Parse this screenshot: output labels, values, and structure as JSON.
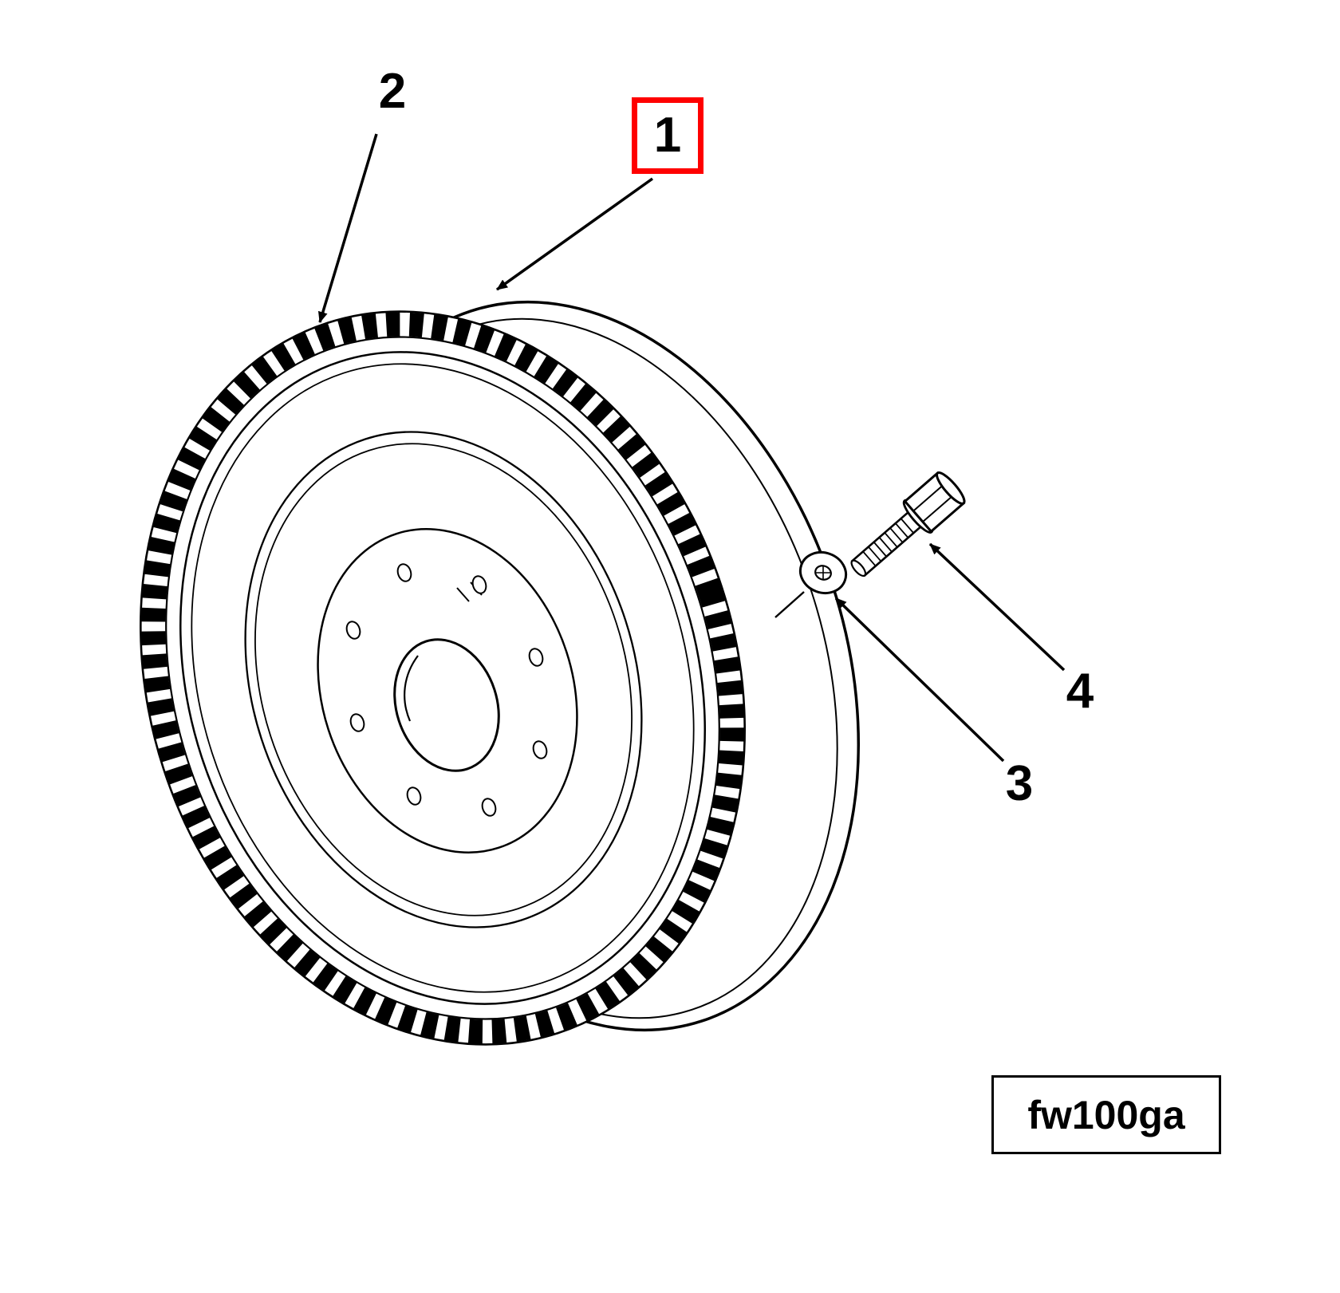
{
  "figure": {
    "code": "fw100ga"
  },
  "callouts": {
    "part1": {
      "label": "1",
      "highlighted": true
    },
    "part2": {
      "label": "2",
      "highlighted": false
    },
    "part3": {
      "label": "3",
      "highlighted": false
    },
    "part4": {
      "label": "4",
      "highlighted": false
    }
  },
  "colors": {
    "highlight_box": "#FF0000",
    "line": "#000000",
    "background": "#FFFFFF"
  }
}
